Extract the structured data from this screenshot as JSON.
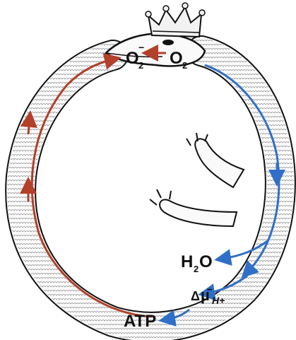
{
  "labels": {
    "superoxide": "O",
    "superoxide_sub": "2",
    "superoxide_sup": "−",
    "oxygen": "O",
    "oxygen_sub": "2",
    "water": "H",
    "water_sub": "2",
    "water_o": "O",
    "potential_delta": "Δ",
    "potential_mu": "µ̄",
    "potential_sub": "H+",
    "atp": "ATP"
  },
  "colors": {
    "red_arrow": "#b3402a",
    "blue_arrow": "#2f6fc7",
    "ink": "#111111",
    "crown": "#f2f2f2"
  }
}
